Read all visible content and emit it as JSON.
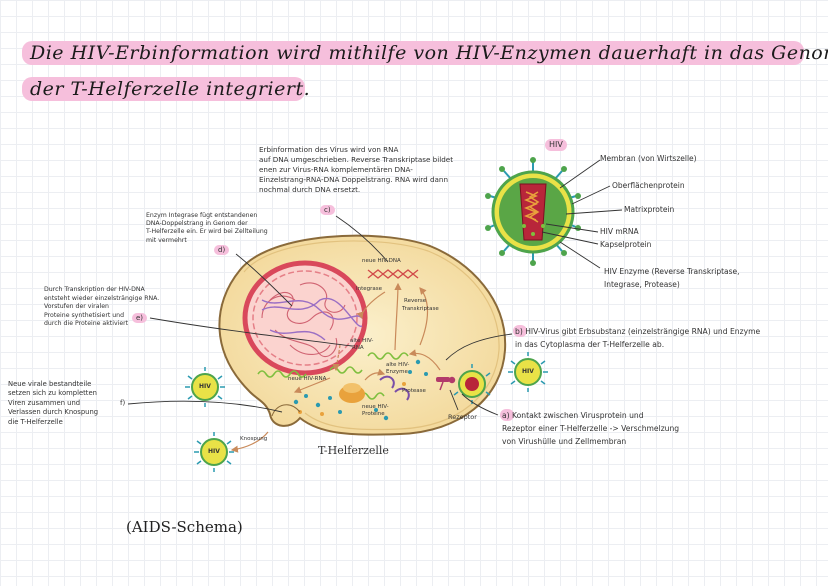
{
  "title": {
    "line1": "Die HIV-Erbinformation wird mithilfe von HIV-Enzymen dauerhaft in das Genom",
    "line2": "der T-Helferzelle integriert."
  },
  "notes": {
    "c_top": "Erbinformation des Virus wird von RNA\nauf DNA umgeschrieben. Reverse Transkriptase bildet\nenen zur Virus-RNA komplementären DNA-\nEinzelstrang-RNA-DNA Doppelstrang. RNA wird dann\nnochmal durch DNA ersetzt.",
    "c_top_letter": "c)",
    "d": "Enzym Integrase fügt entstandenen\nDNA-Doppelstrang in Genom der\nT-Helferzelle ein. Er wird bei Zellteilung\nmit vermehrt",
    "d_letter": "d)",
    "e": "Durch Transkription der HIV-DNA\nentsteht wieder einzelsträngige RNA.\nVorstufen der viralen\nProteine synthetisiert und\ndurch die Proteine aktiviert",
    "e_letter": "e)",
    "f": "Neue virale bestandteile\nsetzen sich zu kompletten\nViren zusammen und\nVerlassen durch Knospung\ndie T-Helferzelle",
    "f_letter": "f)",
    "b": "b) HIV-Virus gibt Erbsubstanz (einzelsträngige RNA) und Enzyme\n     in das Cytoplasma der T-Helferzelle ab.",
    "a": "a)  Kontakt zwischen Virusprotein und\n      Rezeptor einer T-Helferzelle -> Verschmelzung\n      von Virushülle und Zellmembran",
    "aids": "(AIDS-Schema)"
  },
  "virus_legend": {
    "title": "HIV",
    "items": [
      "Membran (von Wirtszelle)",
      "Oberflächenprotein",
      "Matrixprotein",
      "HIV mRNA",
      "Kapselprotein",
      "HIV Enzyme (Reverse Transkriptase,",
      "Integrase, Protease)"
    ]
  },
  "cell_labels": {
    "neue_hiv_dna": "neue HIV-DNA",
    "integrase": "Integrase",
    "reverse": "Reverse",
    "transkriptase": "Transkriptase",
    "alte_hiv": "alte HIV-",
    "rna": "RNA",
    "neue_hiv_rna": "neue HIV-RNA",
    "alte_hiv_enzyme": "alte HIV-\nEnzyme",
    "neue_hiv_proteine": "neue HIV-\nProteine",
    "protease": "Protease",
    "rezeptor": "Rezeptor",
    "knospung": "Knospung",
    "cell_name": "T-Helferzelle",
    "hiv_small": "HIV"
  },
  "colors": {
    "highlight": "#f6bfdc",
    "cytoplasm": "#f7e3b3",
    "cell_outline": "#8a6a3a",
    "nucleus_ring": "#d9485b",
    "nucleus_fill": "#fbd3cf",
    "dna_purple": "#9a6fc4",
    "rna_green": "#7fbf3f",
    "virus_yellow": "#e9e247",
    "virus_green": "#4ea44c",
    "capsid_red": "#b8263a",
    "enzyme_teal": "#2b9ab0"
  }
}
